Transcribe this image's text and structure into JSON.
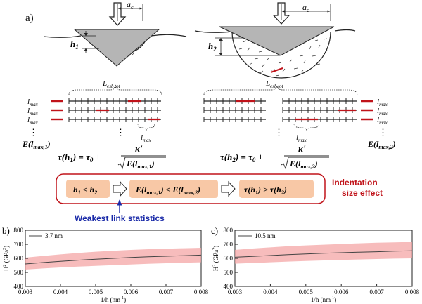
{
  "panel_a": {
    "label": "a)",
    "left": {
      "a_c": "a",
      "a_c_sub": "c",
      "h": "h",
      "h_sub": "1",
      "l_esb": "L",
      "l_esb_sub": "esb,tot",
      "lmax_rows": [
        "l",
        "l",
        "l"
      ],
      "lmax_sub": "max",
      "dots": "⋮",
      "E_label": "E(l",
      "E_sub": "max,1",
      "E_close": ")",
      "tau_left": "τ(h",
      "tau_left_sub": "1",
      "tau_right": ") = τ",
      "tau_zero_sub": "0",
      "tau_plus": " + ",
      "kappa": "κ'",
      "sqrt_E": "E(l",
      "sqrt_sub": "max,1",
      "sqrt_close": ")",
      "lmax_under": "l",
      "lmax_under_sub": "max"
    },
    "right": {
      "a_c": "a",
      "a_c_sub": "c",
      "h": "h",
      "h_sub": "2",
      "l_esb": "L",
      "l_esb_sub": "esb,tot",
      "lmax_rows": [
        "l",
        "l",
        "l"
      ],
      "lmax_sub": "max",
      "dots": "⋮",
      "E_label": "E(l",
      "E_sub": "max,2",
      "E_close": ")",
      "tau_left": "τ(h",
      "tau_left_sub": "2",
      "tau_right": ") = τ",
      "tau_zero_sub": "0",
      "tau_plus": " + ",
      "kappa": "κ'",
      "sqrt_E": "E(l",
      "sqrt_sub": "max,2",
      "sqrt_close": ")",
      "lmax_under": "l",
      "lmax_under_sub": "max"
    },
    "flow": {
      "box1_a": "h",
      "box1_a_sub": "1",
      "box1_op": " < ",
      "box1_b": "h",
      "box1_b_sub": "2",
      "box2_a": "E(l",
      "box2_a_sub": "max,1",
      "box2_op": ") < E(l",
      "box2_b_sub": "max,2",
      "box2_close": ")",
      "box3_a": "τ(h",
      "box3_a_sub": "1",
      "box3_op": ") > τ(h",
      "box3_b_sub": "2",
      "box3_close": ")",
      "ise_line1": "Indentation",
      "ise_line2": "size effect",
      "weakest": "Weakest link statistics"
    }
  },
  "colors": {
    "indenter": "#b5b5b5",
    "red": "#c0131a",
    "box_fill": "#f8c8a6",
    "box_border": "#c0131a",
    "band": "#f4a6a6",
    "line": "#444444",
    "blue": "#1a2aa8"
  },
  "chart_data": [
    {
      "panel": "b)",
      "type": "area",
      "legend": "3.7 nm",
      "xlabel": "1/h (nm",
      "xlabel_sup": "-1",
      "ylabel": "H",
      "ylabel_sup": "2",
      "ylabel_unit": " (GPa",
      "ylabel_unit_sup": "2",
      "xlim": [
        0.003,
        0.008
      ],
      "ylim": [
        400,
        800
      ],
      "xticks": [
        "0.003",
        "0.004",
        "0.005",
        "0.006",
        "0.007",
        "0.008"
      ],
      "yticks": [
        "400",
        "500",
        "600",
        "700",
        "800"
      ],
      "x": [
        0.003,
        0.0035,
        0.004,
        0.0045,
        0.005,
        0.0055,
        0.006,
        0.0065,
        0.007,
        0.0075,
        0.008
      ],
      "mean": [
        560,
        570,
        579,
        587,
        594,
        600,
        606,
        611,
        615,
        619,
        623
      ],
      "upper": [
        605,
        617,
        628,
        638,
        647,
        654,
        660,
        665,
        669,
        672,
        675
      ],
      "lower": [
        520,
        528,
        535,
        541,
        546,
        551,
        556,
        561,
        565,
        569,
        572
      ]
    },
    {
      "panel": "c)",
      "type": "area",
      "legend": "10.5 nm",
      "xlabel": "1/h (nm",
      "xlabel_sup": "-1",
      "ylabel": "H",
      "ylabel_sup": "2",
      "ylabel_unit": " (GPa",
      "ylabel_unit_sup": "2",
      "xlim": [
        0.003,
        0.008
      ],
      "ylim": [
        400,
        800
      ],
      "xticks": [
        "0.003",
        "0.004",
        "0.005",
        "0.006",
        "0.007",
        "0.008"
      ],
      "yticks": [
        "400",
        "500",
        "600",
        "700",
        "800"
      ],
      "x": [
        0.003,
        0.0035,
        0.004,
        0.0045,
        0.005,
        0.0055,
        0.006,
        0.0065,
        0.007,
        0.0075,
        0.008
      ],
      "mean": [
        608,
        614,
        620,
        626,
        631,
        636,
        640,
        644,
        647,
        651,
        654
      ],
      "upper": [
        660,
        670,
        678,
        686,
        692,
        697,
        702,
        707,
        711,
        714,
        717
      ],
      "lower": [
        562,
        567,
        572,
        577,
        581,
        585,
        589,
        592,
        595,
        598,
        600
      ]
    }
  ]
}
